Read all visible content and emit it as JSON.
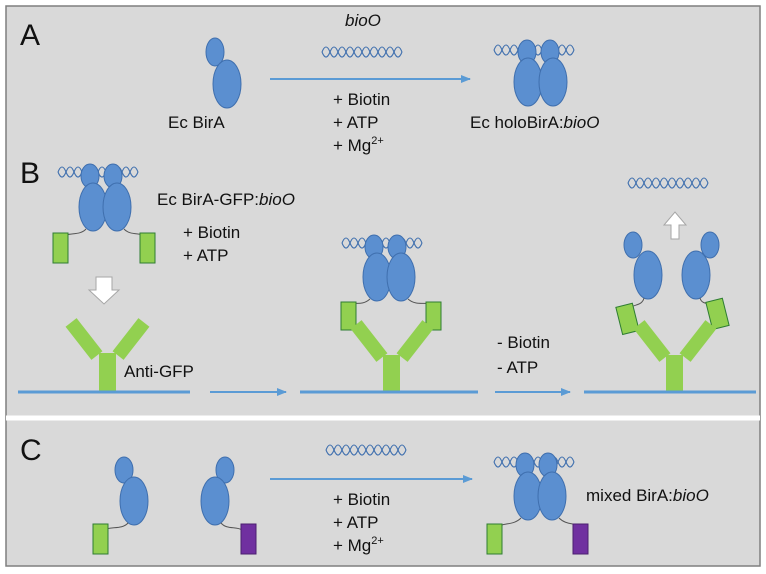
{
  "colors": {
    "background": "#d9d9d9",
    "border": "#7f7f7f",
    "protein_fill": "#5b8fd0",
    "protein_stroke": "#3f6fae",
    "dna": "#3f6fae",
    "arrow": "#5b9bd5",
    "gfp_fill": "#92d050",
    "gfp_stroke": "#2e7d32",
    "antibody": "#92d050",
    "surface": "#5b9bd5",
    "tag_purple": "#7030a0",
    "hollow_arrow_fill": "#ffffff",
    "hollow_arrow_stroke": "#a6a6a6"
  },
  "panel_a": {
    "letter": "A",
    "dna_label": "bioO",
    "left_label": "Ec BirA",
    "conditions": [
      "+ Biotin",
      "+ ATP",
      "+ Mg"
    ],
    "mg_superscript": "2+",
    "product_prefix": "Ec holoBirA:",
    "product_italic": "bioO"
  },
  "panel_b": {
    "letter": "B",
    "complex_prefix": "Ec BirA-GFP:",
    "complex_italic": "bioO",
    "conditions": [
      "+ Biotin",
      "+ ATP"
    ],
    "antibody_label": "Anti-GFP",
    "removal_conditions": [
      "- Biotin",
      "- ATP"
    ]
  },
  "panel_c": {
    "letter": "C",
    "conditions": [
      "+ Biotin",
      "+ ATP",
      "+ Mg"
    ],
    "mg_superscript": "2+",
    "product_prefix": "mixed BirA:",
    "product_italic": "bioO"
  }
}
